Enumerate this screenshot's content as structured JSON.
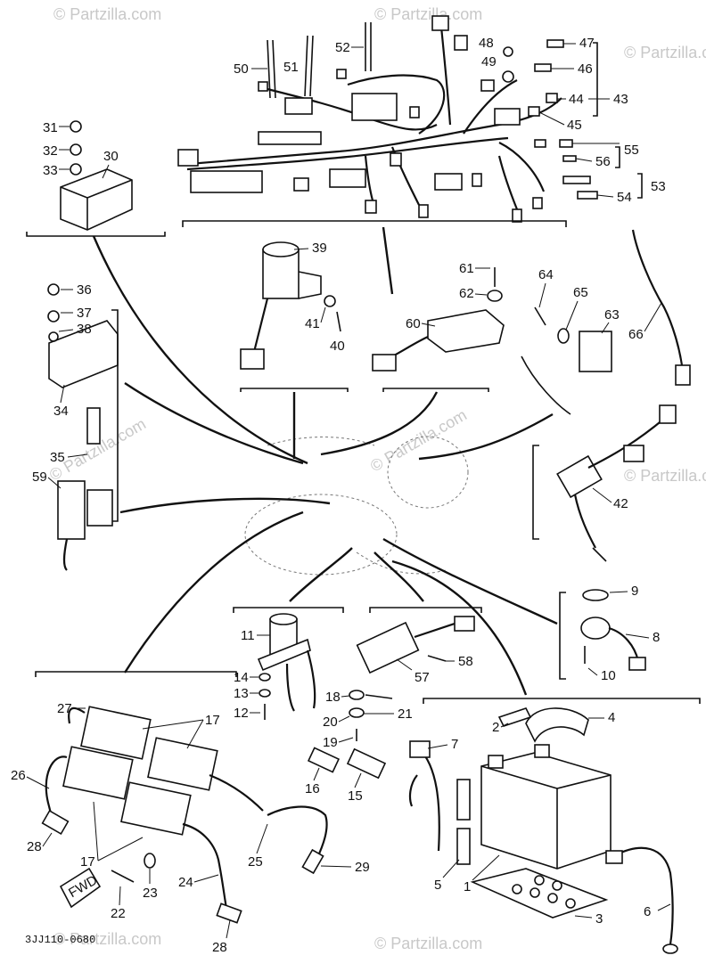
{
  "diagram_code": "3JJ110-0680",
  "fwd_tag": "FWD",
  "watermarks": [
    "© Partzilla.com",
    "© Partzilla.com",
    "© Partzilla.com",
    "© Partzilla.com",
    "© Partzilla.com",
    "© Partzilla.com",
    "© Partzilla.com",
    "© Partzilla.com"
  ],
  "callouts": {
    "p1": "1",
    "p2": "2",
    "p3": "3",
    "p4": "4",
    "p5": "5",
    "p6": "6",
    "p7": "7",
    "p8": "8",
    "p9": "9",
    "p10": "10",
    "p11": "11",
    "p12": "12",
    "p13": "13",
    "p14": "14",
    "p15": "15",
    "p16": "16",
    "p17a": "17",
    "p17b": "17",
    "p18": "18",
    "p19": "19",
    "p20": "20",
    "p21": "21",
    "p22": "22",
    "p23": "23",
    "p24": "24",
    "p25": "25",
    "p26": "26",
    "p27": "27",
    "p28a": "28",
    "p28b": "28",
    "p29": "29",
    "p30": "30",
    "p31": "31",
    "p32": "32",
    "p33": "33",
    "p34": "34",
    "p35": "35",
    "p36": "36",
    "p37": "37",
    "p38": "38",
    "p39": "39",
    "p40": "40",
    "p41": "41",
    "p42": "42",
    "p43": "43",
    "p44": "44",
    "p45": "45",
    "p46": "46",
    "p47": "47",
    "p48": "48",
    "p49": "49",
    "p50": "50",
    "p51": "51",
    "p52": "52",
    "p53": "53",
    "p54": "54",
    "p55": "55",
    "p56": "56",
    "p57": "57",
    "p58": "58",
    "p59": "59",
    "p60": "60",
    "p61": "61",
    "p62": "62",
    "p63": "63",
    "p64": "64",
    "p65": "65",
    "p66": "66"
  }
}
